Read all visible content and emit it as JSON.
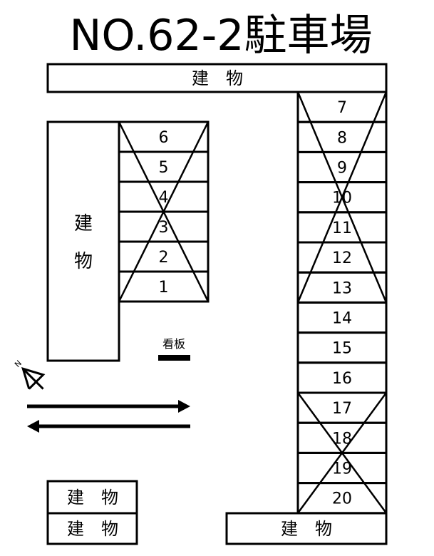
{
  "title": "NO.62-2駐車場",
  "buildings": {
    "top": "建　物",
    "left_line1": "建",
    "left_line2": "物",
    "bottom_left_1": "建　物",
    "bottom_left_2": "建　物",
    "bottom_right": "建　物"
  },
  "sign_label": "看板",
  "north_label": "N",
  "left_spaces": [
    {
      "number": "6",
      "unavailable": true
    },
    {
      "number": "5",
      "unavailable": true
    },
    {
      "number": "4",
      "unavailable": true
    },
    {
      "number": "3",
      "unavailable": true
    },
    {
      "number": "2",
      "unavailable": true
    },
    {
      "number": "1",
      "unavailable": true
    }
  ],
  "right_spaces": [
    {
      "number": "7",
      "unavailable": true
    },
    {
      "number": "8",
      "unavailable": true
    },
    {
      "number": "9",
      "unavailable": true
    },
    {
      "number": "10",
      "unavailable": true
    },
    {
      "number": "11",
      "unavailable": true
    },
    {
      "number": "12",
      "unavailable": true
    },
    {
      "number": "13",
      "unavailable": true
    },
    {
      "number": "14",
      "unavailable": false
    },
    {
      "number": "15",
      "unavailable": false
    },
    {
      "number": "16",
      "unavailable": false
    },
    {
      "number": "17",
      "unavailable": true
    },
    {
      "number": "18",
      "unavailable": true
    },
    {
      "number": "19",
      "unavailable": true
    },
    {
      "number": "20",
      "unavailable": true
    }
  ]
}
